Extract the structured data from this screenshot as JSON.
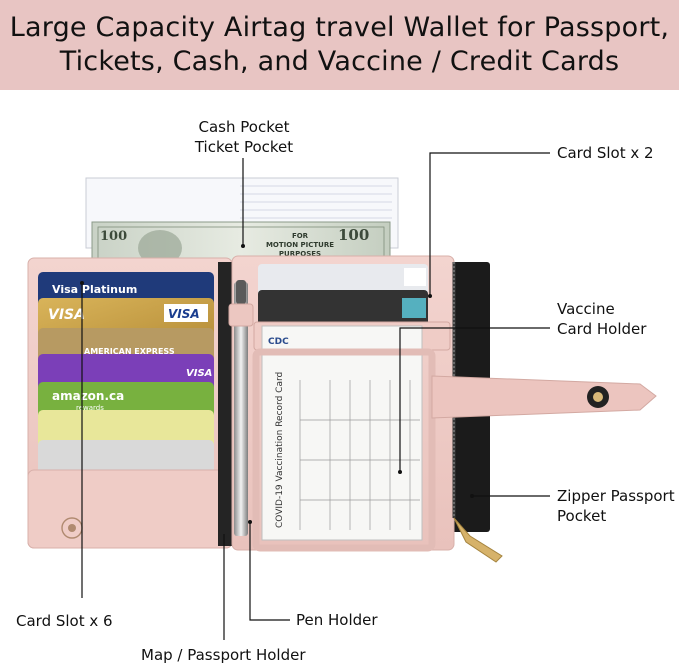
{
  "banner": {
    "line1": "Large Capacity Airtag travel Wallet for Passport,",
    "line2": "Tickets, Cash, and Vaccine / Credit Cards"
  },
  "callouts": {
    "cash_pocket": "Cash Pocket",
    "ticket_pocket": "Ticket Pocket",
    "card_slot_2": "Card Slot x 2",
    "vaccine_line1": "Vaccine",
    "vaccine_line2": "Card Holder",
    "zipper_line1": "Zipper Passport",
    "zipper_line2": "Pocket",
    "card_slot_6": "Card Slot x 6",
    "pen_holder": "Pen Holder",
    "map_passport": "Map / Passport Holder"
  },
  "cards": {
    "visa_platinum": "Visa Platinum",
    "visa": "VISA",
    "amex": "AMERICAN EXPRESS",
    "amazon": "amazon.ca",
    "amazon_sub": "rewards"
  },
  "bill": {
    "denomination": "100",
    "motion_line1": "FOR",
    "motion_line2": "MOTION PICTURE",
    "motion_line3": "PURPOSES"
  },
  "vaccine_card": {
    "title": "COVID-19 Vaccination Record Card",
    "cdc": "CDC"
  },
  "colors": {
    "banner": "#e8c5c3",
    "wallet_pink": "#f0cdc8",
    "wallet_shadow": "#dcb3ad",
    "passport_black": "#1b1b1b"
  }
}
